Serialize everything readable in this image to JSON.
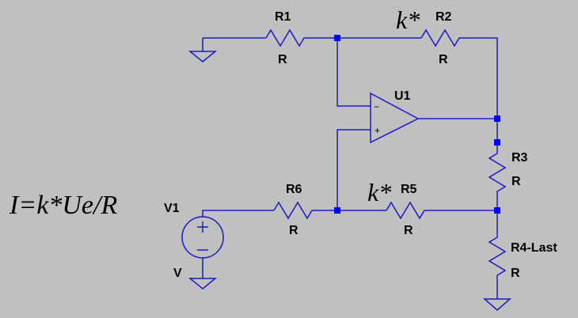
{
  "formula": "I=k*Ue/R",
  "colors": {
    "background": "#c0c0c0",
    "wire": "#1a1ac8",
    "junction": "#0000ff",
    "text": "#000000"
  },
  "components": {
    "R1": {
      "name": "R1",
      "value": "R"
    },
    "R2": {
      "name": "R2",
      "value": "R",
      "prefix": "k*"
    },
    "R3": {
      "name": "R3",
      "value": "R"
    },
    "R4": {
      "name": "R4-Last",
      "value": "R"
    },
    "R5": {
      "name": "R5",
      "value": "R",
      "prefix": "k*"
    },
    "R6": {
      "name": "R6",
      "value": "R"
    },
    "U1": {
      "name": "U1",
      "inverting": "−",
      "noninverting": "+"
    },
    "V1": {
      "name": "V1",
      "value": "V",
      "plus": "+",
      "minus": "−"
    }
  }
}
